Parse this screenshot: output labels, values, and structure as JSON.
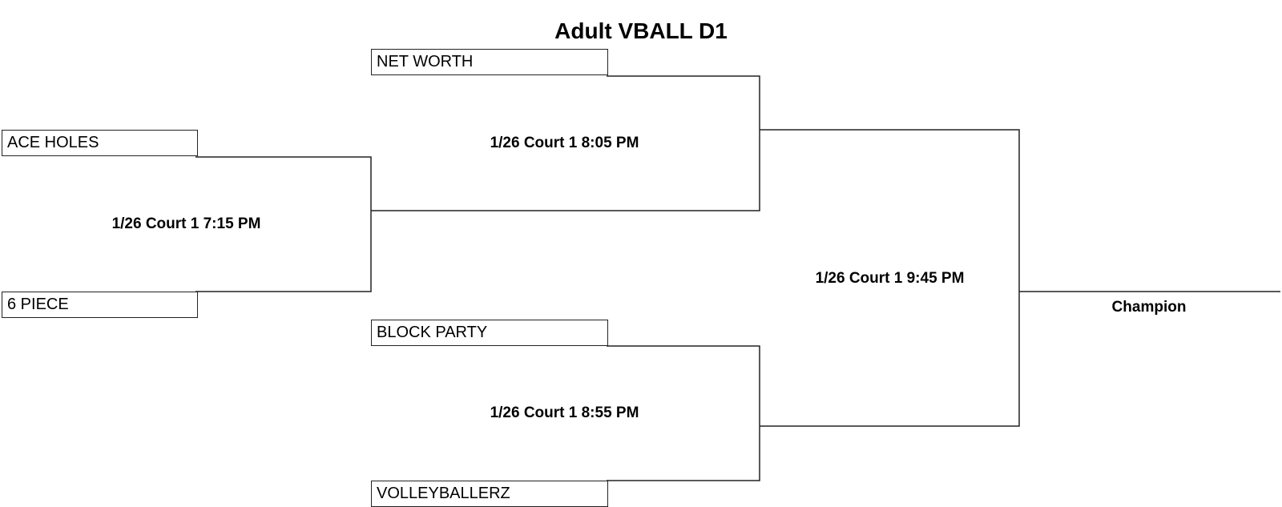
{
  "title": "Adult VBALL D1",
  "teams": {
    "net_worth": "NET WORTH",
    "ace_holes": "ACE HOLES",
    "six_piece": "6 PIECE",
    "block_party": "BLOCK PARTY",
    "volleyballerz": "VOLLEYBALLERZ"
  },
  "matches": {
    "round1": "1/26 Court 1 7:15 PM",
    "semi_top": "1/26 Court 1 8:05 PM",
    "semi_bottom": "1/26 Court 1 8:55 PM",
    "final": "1/26 Court 1 9:45 PM"
  },
  "champion_label": "Champion"
}
